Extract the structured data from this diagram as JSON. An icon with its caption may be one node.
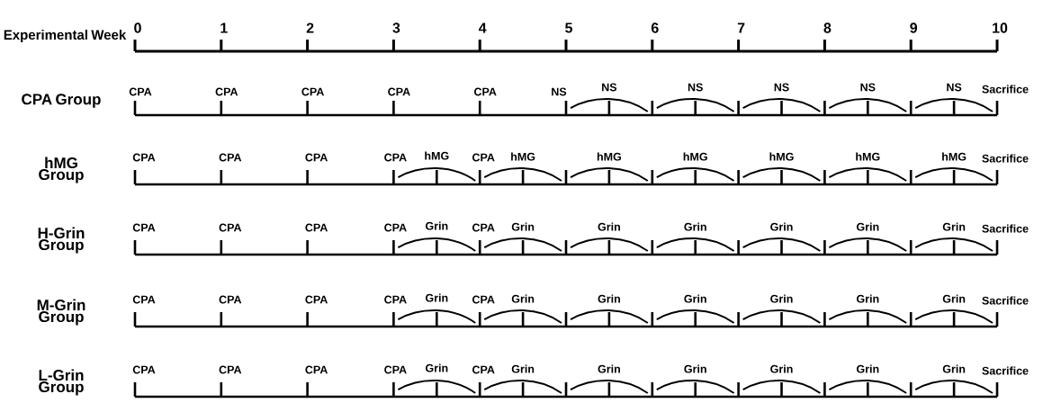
{
  "diagram": {
    "labels": [
      "Experimental Week",
      "0",
      "1",
      "2",
      "3",
      "4",
      "5",
      "6",
      "7",
      "8",
      "9",
      "10",
      "CPA Group",
      "CPA",
      "CPA",
      "CPA",
      "CPA",
      "CPA",
      "NS",
      "NS",
      "NS",
      "NS",
      "NS",
      "NS",
      "Sacrifice",
      "hMG Group",
      "CPA",
      "CPA",
      "CPA",
      "CPA",
      "hMG",
      "CPA",
      "hMG",
      "hMG",
      "hMG",
      "hMG",
      "hMG",
      "hMG",
      "Sacrifice",
      "H-Grin Group",
      "CPA",
      "CPA",
      "CPA",
      "CPA",
      "Grin",
      "CPA",
      "Grin",
      "Grin",
      "Grin",
      "Grin",
      "Grin",
      "Grin",
      "Sacrifice",
      "M-Grin Group",
      "CPA",
      "CPA",
      "CPA",
      "CPA",
      "Grin",
      "CPA",
      "Grin",
      "Grin",
      "Grin",
      "Grin",
      "Grin",
      "Grin",
      "Sacrifice",
      "L-Grin Group",
      "CPA",
      "CPA",
      "CPA",
      "CPA",
      "Grin",
      "CPA",
      "Grin",
      "Grin",
      "Grin",
      "Grin",
      "Grin",
      "Grin",
      "Sacrifice"
    ]
  }
}
